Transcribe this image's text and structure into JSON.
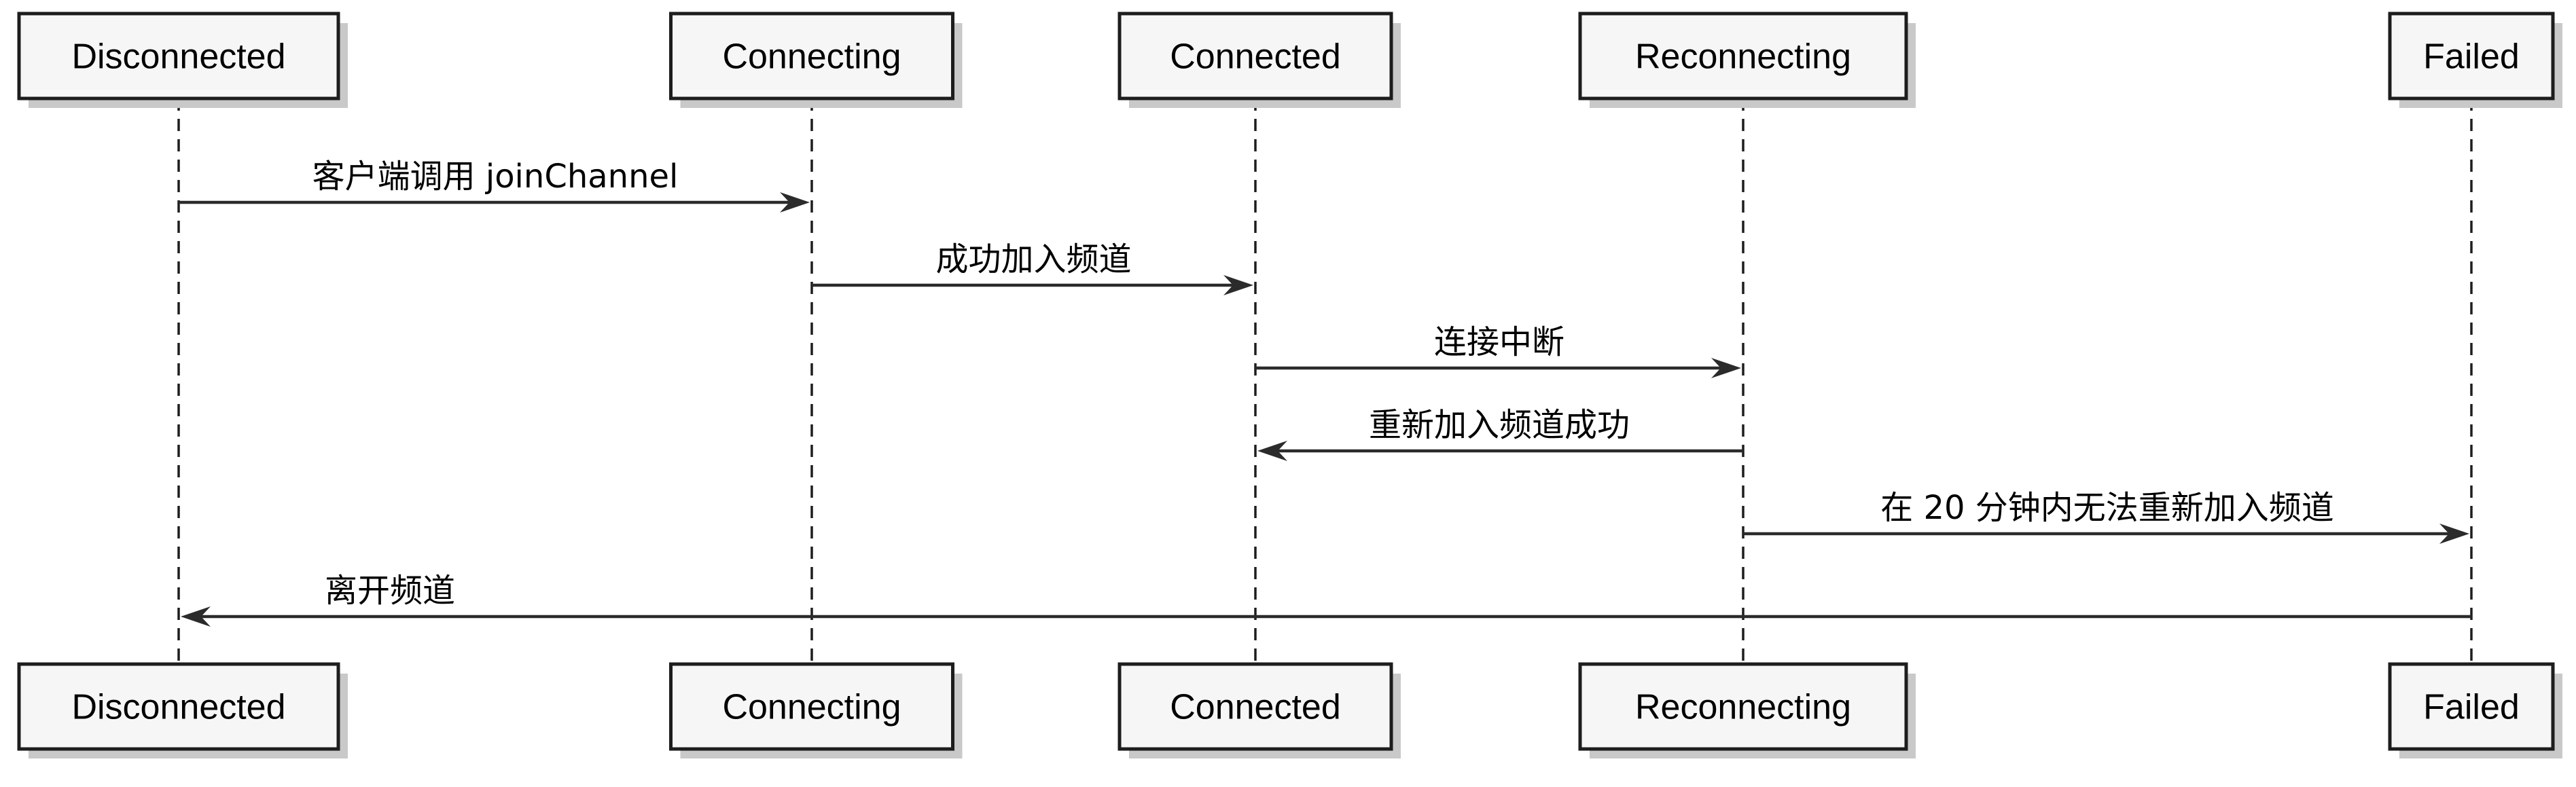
{
  "participants": [
    {
      "id": "disconnected",
      "label": "Disconnected"
    },
    {
      "id": "connecting",
      "label": "Connecting"
    },
    {
      "id": "connected",
      "label": "Connected"
    },
    {
      "id": "reconnecting",
      "label": "Reconnecting"
    },
    {
      "id": "failed",
      "label": "Failed"
    }
  ],
  "messages": [
    {
      "from": "disconnected",
      "to": "connecting",
      "label": "客户端调用 joinChannel"
    },
    {
      "from": "connecting",
      "to": "connected",
      "label": "成功加入频道"
    },
    {
      "from": "connected",
      "to": "reconnecting",
      "label": "连接中断"
    },
    {
      "from": "reconnecting",
      "to": "connected",
      "label": "重新加入频道成功"
    },
    {
      "from": "reconnecting",
      "to": "failed",
      "label": "在 20 分钟内无法重新加入频道"
    },
    {
      "from": "failed",
      "to": "disconnected",
      "label": "离开频道"
    }
  ],
  "colors": {
    "box_fill": "#f6f6f6",
    "box_stroke": "#1d1d1d",
    "shadow": "#c9c9c9",
    "line": "#2b2b2b"
  }
}
